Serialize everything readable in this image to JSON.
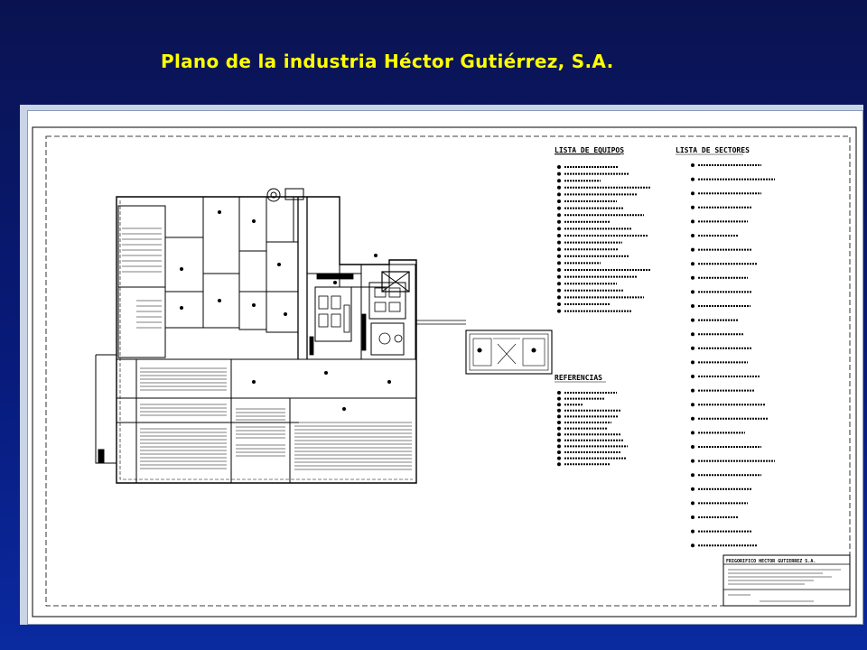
{
  "title": "Plano de la industria Héctor Gutiérrez, S.A.",
  "equipment_list": {
    "heading": "LISTA DE EQUIPOS",
    "items": 22
  },
  "sectors_list": {
    "heading": "LISTA DE SECTORES",
    "items": 28
  },
  "references": {
    "heading": "REFERENCIAS",
    "items": 13
  },
  "title_block": {
    "company": "FRIGORIFICO HECTOR GUTIERREZ S.A."
  }
}
